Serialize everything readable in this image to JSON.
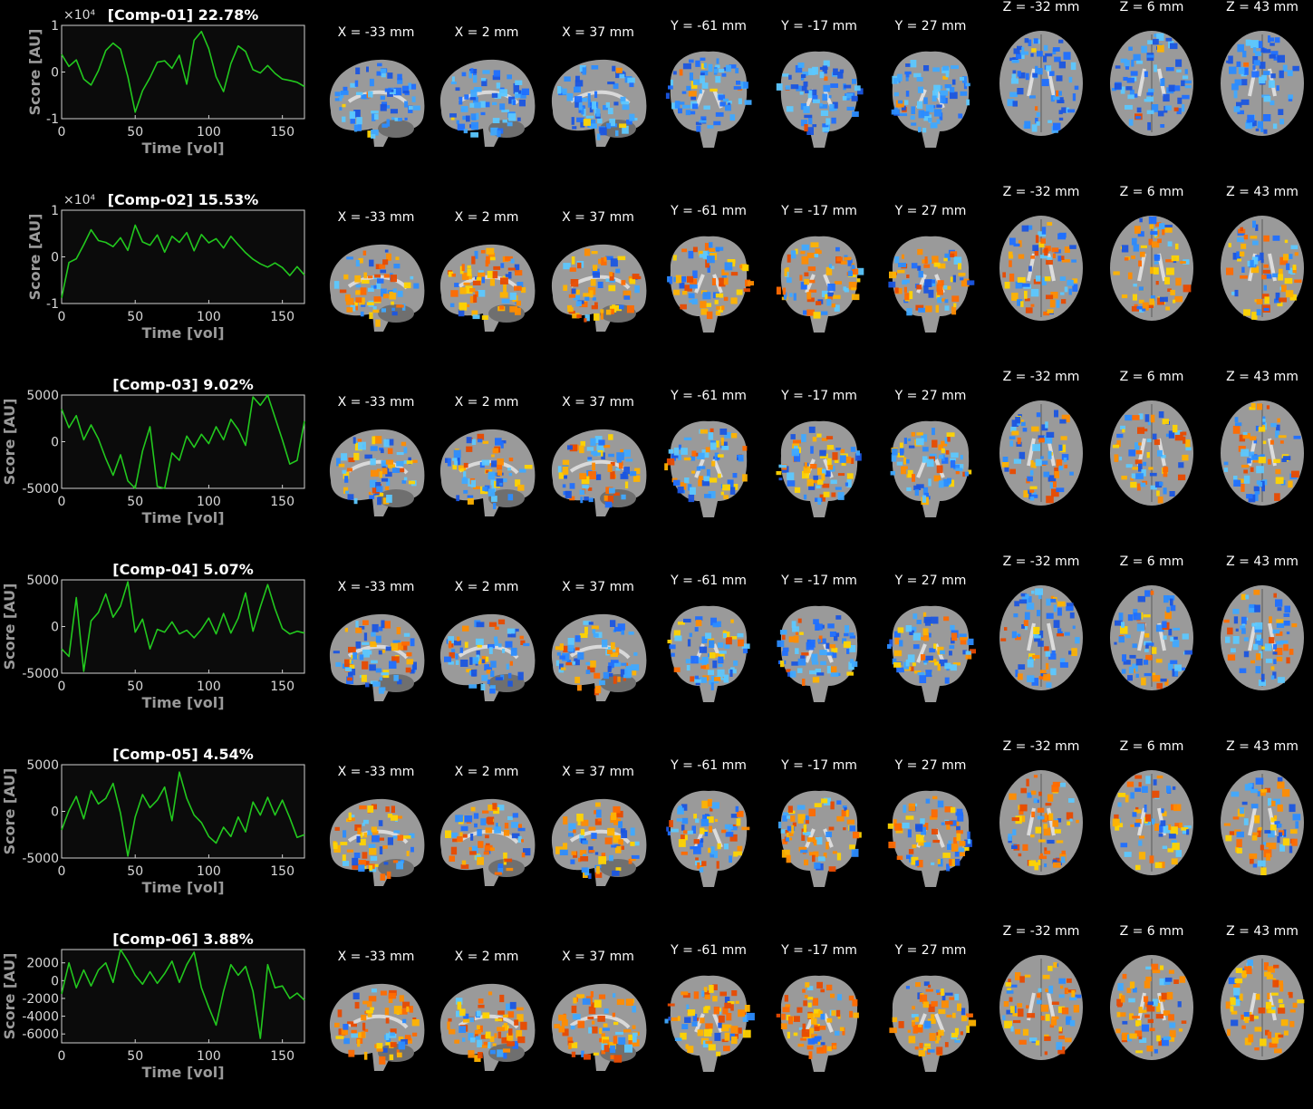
{
  "components": [
    {
      "title": "[Comp-01] 22.78%",
      "exponent": "×10⁴",
      "yticks": [
        "1",
        "0",
        "-1"
      ],
      "ylim": [
        -1,
        1
      ],
      "xticks": [
        "0",
        "50",
        "100",
        "150"
      ],
      "xlim": [
        0,
        165
      ],
      "xlabel": "Time [vol]",
      "ylabel": "Score [AU]",
      "coords": [
        "X = -33 mm",
        "X = 2 mm",
        "X = 37 mm",
        "Y = -61 mm",
        "Y = -17 mm",
        "Y = 27 mm",
        "Z = -32 mm",
        "Z = 6 mm",
        "Z = 43 mm"
      ],
      "map": "blue"
    },
    {
      "title": "[Comp-02] 15.53%",
      "exponent": "×10⁴",
      "yticks": [
        "1",
        "0",
        "-1"
      ],
      "ylim": [
        -1,
        1
      ],
      "xticks": [
        "0",
        "50",
        "100",
        "150"
      ],
      "xlim": [
        0,
        165
      ],
      "xlabel": "Time [vol]",
      "ylabel": "Score [AU]",
      "coords": [
        "X = -33 mm",
        "X = 2 mm",
        "X = 37 mm",
        "Y = -61 mm",
        "Y = -17 mm",
        "Y = 27 mm",
        "Z = -32 mm",
        "Z = 6 mm",
        "Z = 43 mm"
      ],
      "map": "mixed-warm"
    },
    {
      "title": "[Comp-03] 9.02%",
      "exponent": "",
      "yticks": [
        "5000",
        "0",
        "-5000"
      ],
      "ylim": [
        -5000,
        5000
      ],
      "xticks": [
        "0",
        "50",
        "100",
        "150"
      ],
      "xlim": [
        0,
        165
      ],
      "xlabel": "Time [vol]",
      "ylabel": "Score [AU]",
      "coords": [
        "X = -33 mm",
        "X = 2 mm",
        "X = 37 mm",
        "Y = -61 mm",
        "Y = -17 mm",
        "Y = 27 mm",
        "Z = -32 mm",
        "Z = 6 mm",
        "Z = 43 mm"
      ],
      "map": "mixed"
    },
    {
      "title": "[Comp-04] 5.07%",
      "exponent": "",
      "yticks": [
        "5000",
        "0",
        "-5000"
      ],
      "ylim": [
        -5000,
        5000
      ],
      "xticks": [
        "0",
        "50",
        "100",
        "150"
      ],
      "xlim": [
        0,
        165
      ],
      "xlabel": "Time [vol]",
      "ylabel": "Score [AU]",
      "coords": [
        "X = -33 mm",
        "X = 2 mm",
        "X = 37 mm",
        "Y = -61 mm",
        "Y = -17 mm",
        "Y = 27 mm",
        "Z = -32 mm",
        "Z = 6 mm",
        "Z = 43 mm"
      ],
      "map": "mixed-blue"
    },
    {
      "title": "[Comp-05] 4.54%",
      "exponent": "",
      "yticks": [
        "5000",
        "0",
        "-5000"
      ],
      "ylim": [
        -5000,
        5000
      ],
      "xticks": [
        "0",
        "50",
        "100",
        "150"
      ],
      "xlim": [
        0,
        165
      ],
      "xlabel": "Time [vol]",
      "ylabel": "Score [AU]",
      "coords": [
        "X = -33 mm",
        "X = 2 mm",
        "X = 37 mm",
        "Y = -61 mm",
        "Y = -17 mm",
        "Y = 27 mm",
        "Z = -32 mm",
        "Z = 6 mm",
        "Z = 43 mm"
      ],
      "map": "mixed-warm"
    },
    {
      "title": "[Comp-06] 3.88%",
      "exponent": "",
      "yticks": [
        "2000",
        "0",
        "-2000",
        "-4000",
        "-6000"
      ],
      "ylim": [
        -7000,
        3500
      ],
      "xticks": [
        "0",
        "50",
        "100",
        "150"
      ],
      "xlim": [
        0,
        165
      ],
      "xlabel": "Time [vol]",
      "ylabel": "Score [AU]",
      "coords": [
        "X = -33 mm",
        "X = 2 mm",
        "X = 37 mm",
        "Y = -61 mm",
        "Y = -17 mm",
        "Y = 27 mm",
        "Z = -32 mm",
        "Z = 6 mm",
        "Z = 43 mm"
      ],
      "map": "warm"
    }
  ],
  "chart_data": [
    {
      "type": "line",
      "title": "[Comp-01] 22.78%",
      "xlabel": "Time [vol]",
      "ylabel": "Score [AU]",
      "xlim": [
        0,
        165
      ],
      "ylim": [
        -10000,
        10000
      ],
      "x": [
        0,
        5,
        10,
        15,
        20,
        25,
        30,
        35,
        40,
        45,
        50,
        55,
        60,
        65,
        70,
        75,
        80,
        85,
        90,
        95,
        100,
        105,
        110,
        115,
        120,
        125,
        130,
        135,
        140,
        145,
        150,
        155,
        160,
        165
      ],
      "series": [
        {
          "values": [
            3800,
            1200,
            2600,
            -1500,
            -2800,
            300,
            4600,
            6200,
            4900,
            -1000,
            -8600,
            -4000,
            -1200,
            2100,
            2400,
            800,
            3600,
            -2600,
            6800,
            8700,
            5000,
            -1000,
            -4200,
            1800,
            5600,
            4400,
            500,
            -200,
            1400,
            -300,
            -1500,
            -1800,
            -2200,
            -3100
          ]
        }
      ]
    },
    {
      "type": "line",
      "title": "[Comp-02] 15.53%",
      "xlabel": "Time [vol]",
      "ylabel": "Score [AU]",
      "xlim": [
        0,
        165
      ],
      "ylim": [
        -10000,
        10000
      ],
      "x": [
        0,
        5,
        10,
        15,
        20,
        25,
        30,
        35,
        40,
        45,
        50,
        55,
        60,
        65,
        70,
        75,
        80,
        85,
        90,
        95,
        100,
        105,
        110,
        115,
        120,
        125,
        130,
        135,
        140,
        145,
        150,
        155,
        160,
        165
      ],
      "series": [
        {
          "values": [
            -8800,
            -1200,
            -400,
            2600,
            5800,
            3500,
            3100,
            2200,
            4100,
            1400,
            6800,
            3200,
            2500,
            4700,
            1000,
            4400,
            3100,
            5200,
            1300,
            4800,
            3000,
            3900,
            1900,
            4400,
            2600,
            900,
            -500,
            -1500,
            -2200,
            -1300,
            -2300,
            -4000,
            -2100,
            -3900
          ]
        }
      ]
    },
    {
      "type": "line",
      "title": "[Comp-03] 9.02%",
      "xlabel": "Time [vol]",
      "ylabel": "Score [AU]",
      "xlim": [
        0,
        165
      ],
      "ylim": [
        -5000,
        5000
      ],
      "x": [
        0,
        5,
        10,
        15,
        20,
        25,
        30,
        35,
        40,
        45,
        50,
        55,
        60,
        65,
        70,
        75,
        80,
        85,
        90,
        95,
        100,
        105,
        110,
        115,
        120,
        125,
        130,
        135,
        140,
        145,
        150,
        155,
        160,
        165
      ],
      "series": [
        {
          "values": [
            3500,
            1500,
            2800,
            200,
            1800,
            300,
            -1800,
            -3600,
            -1400,
            -4200,
            -5000,
            -1000,
            1600,
            -4800,
            -5500,
            -1200,
            -2000,
            600,
            -600,
            800,
            -200,
            1600,
            200,
            2400,
            1300,
            -400,
            4800,
            3900,
            5200,
            2600,
            200,
            -2400,
            -2000,
            2200
          ]
        }
      ]
    },
    {
      "type": "line",
      "title": "[Comp-04] 5.07%",
      "xlabel": "Time [vol]",
      "ylabel": "Score [AU]",
      "xlim": [
        0,
        165
      ],
      "ylim": [
        -5000,
        5000
      ],
      "x": [
        0,
        5,
        10,
        15,
        20,
        25,
        30,
        35,
        40,
        45,
        50,
        55,
        60,
        65,
        70,
        75,
        80,
        85,
        90,
        95,
        100,
        105,
        110,
        115,
        120,
        125,
        130,
        135,
        140,
        145,
        150,
        155,
        160,
        165
      ],
      "series": [
        {
          "values": [
            -2400,
            -3200,
            3100,
            -4800,
            600,
            1500,
            3500,
            1000,
            2200,
            4800,
            -600,
            800,
            -2400,
            -300,
            -600,
            500,
            -800,
            -400,
            -1200,
            -300,
            900,
            -800,
            1400,
            -700,
            900,
            3600,
            -500,
            2100,
            4500,
            1900,
            -200,
            -800,
            -500,
            -700
          ]
        }
      ]
    },
    {
      "type": "line",
      "title": "[Comp-05] 4.54%",
      "xlabel": "Time [vol]",
      "ylabel": "Score [AU]",
      "xlim": [
        0,
        165
      ],
      "ylim": [
        -5000,
        5000
      ],
      "x": [
        0,
        5,
        10,
        15,
        20,
        25,
        30,
        35,
        40,
        45,
        50,
        55,
        60,
        65,
        70,
        75,
        80,
        85,
        90,
        95,
        100,
        105,
        110,
        115,
        120,
        125,
        130,
        135,
        140,
        145,
        150,
        155,
        160,
        165
      ],
      "series": [
        {
          "values": [
            -2000,
            100,
            1600,
            -800,
            2200,
            800,
            1400,
            3000,
            -200,
            -4800,
            -600,
            1800,
            400,
            1200,
            2600,
            -1000,
            4200,
            1400,
            -400,
            -1200,
            -2700,
            -3400,
            -1700,
            -2700,
            -600,
            -2200,
            1000,
            -400,
            1500,
            -400,
            1200,
            -700,
            -2800,
            -2500
          ]
        }
      ]
    },
    {
      "type": "line",
      "title": "[Comp-06] 3.88%",
      "xlabel": "Time [vol]",
      "ylabel": "Score [AU]",
      "xlim": [
        0,
        165
      ],
      "ylim": [
        -7000,
        3500
      ],
      "x": [
        0,
        5,
        10,
        15,
        20,
        25,
        30,
        35,
        40,
        45,
        50,
        55,
        60,
        65,
        70,
        75,
        80,
        85,
        90,
        95,
        100,
        105,
        110,
        115,
        120,
        125,
        130,
        135,
        140,
        145,
        150,
        155,
        160,
        165
      ],
      "series": [
        {
          "values": [
            -1500,
            2000,
            -800,
            1200,
            -600,
            1200,
            2000,
            -200,
            3600,
            2200,
            600,
            -400,
            1000,
            -300,
            800,
            2200,
            -200,
            1800,
            3200,
            -800,
            -3000,
            -5000,
            -1200,
            1800,
            600,
            1600,
            -1200,
            -6500,
            1800,
            -800,
            -600,
            -2000,
            -1400,
            -2200
          ]
        }
      ]
    }
  ]
}
